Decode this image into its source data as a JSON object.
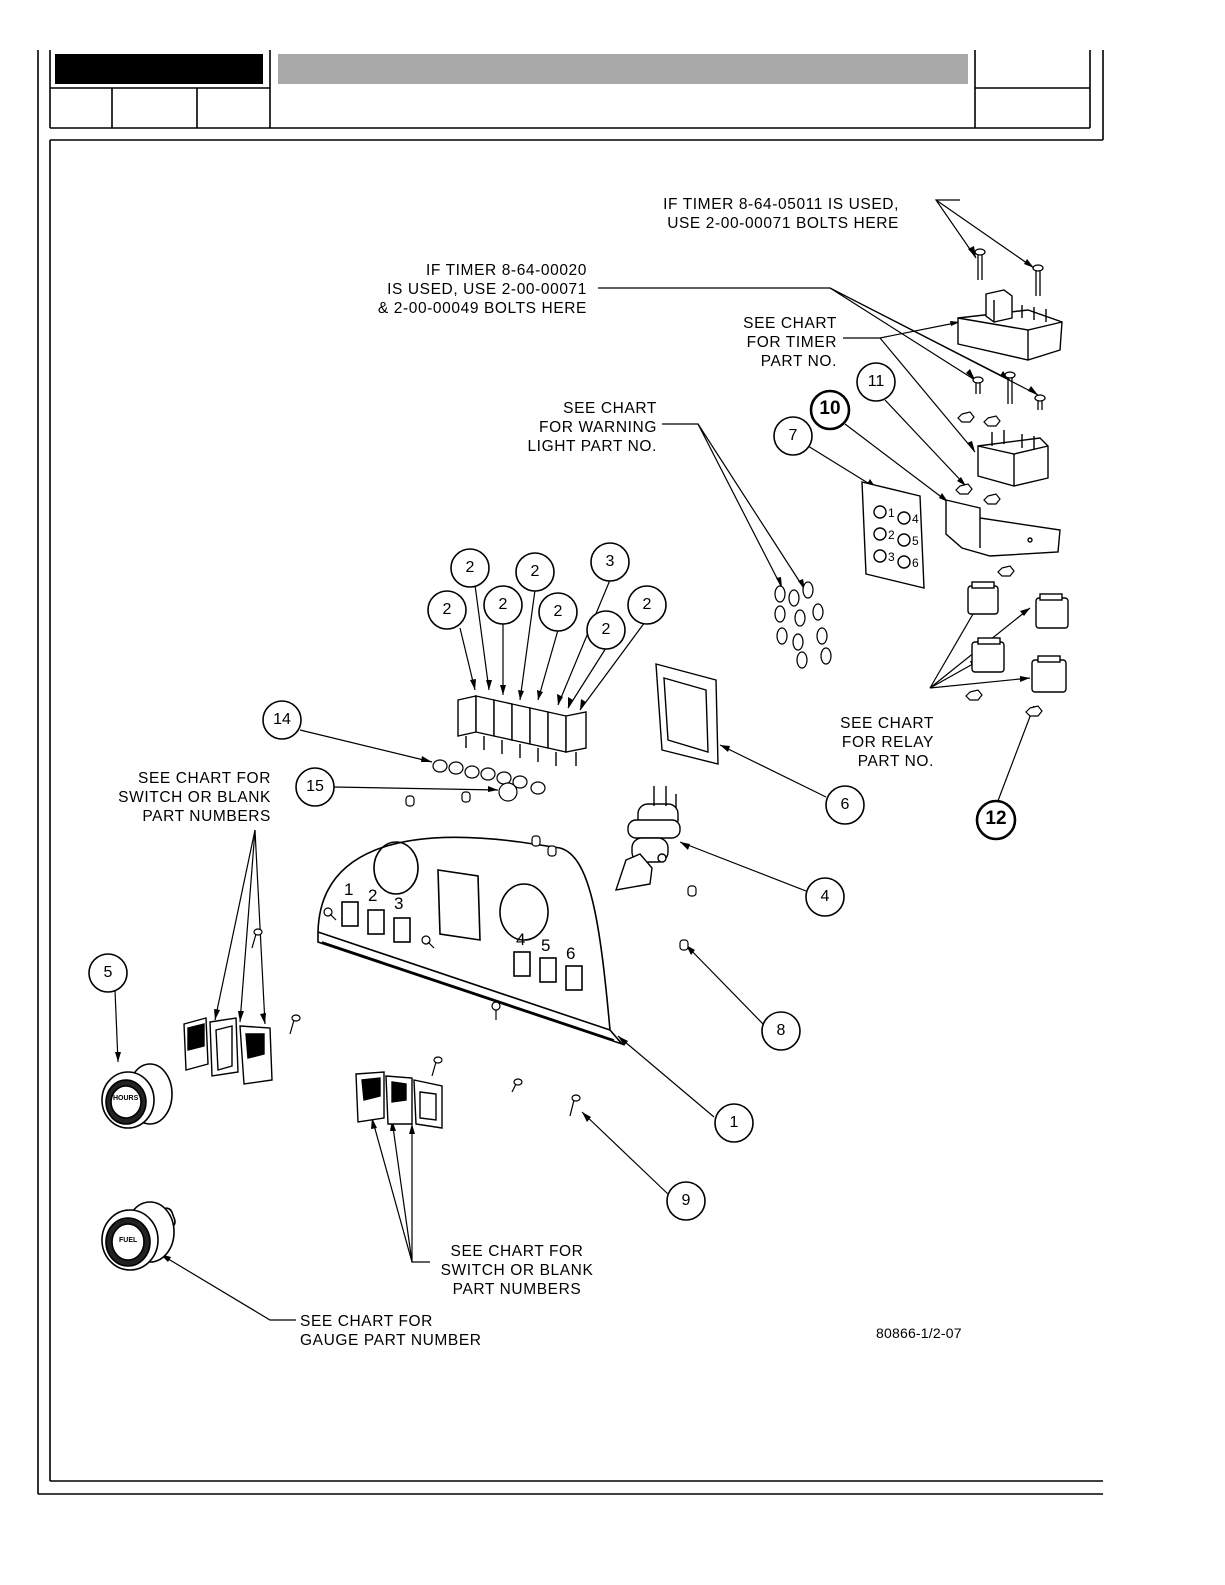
{
  "labels": {
    "timer_05011": [
      "IF TIMER 8-64-05011 IS USED,",
      "USE 2-00-00071 BOLTS HERE"
    ],
    "timer_00020": [
      "IF TIMER 8-64-00020",
      "IS USED, USE 2-00-00071",
      "& 2-00-00049 BOLTS HERE"
    ],
    "timer_chart": [
      "SEE CHART",
      "FOR TIMER",
      "PART NO."
    ],
    "warning_chart": [
      "SEE CHART",
      "FOR WARNING",
      "LIGHT PART NO."
    ],
    "relay_chart": [
      "SEE CHART",
      "FOR RELAY",
      "PART NO."
    ],
    "switch_chart_left": [
      "SEE CHART FOR",
      "SWITCH OR BLANK",
      "PART NUMBERS"
    ],
    "switch_chart_bottom": [
      "SEE CHART FOR",
      "SWITCH OR BLANK",
      "PART NUMBERS"
    ],
    "gauge_chart": [
      "SEE CHART FOR",
      "GAUGE PART NUMBER"
    ]
  },
  "drawing_number": "80866-1/2-07",
  "callouts": [
    "2",
    "2",
    "2",
    "2",
    "3",
    "2",
    "2",
    "2",
    "14",
    "15",
    "5",
    "1",
    "4",
    "6",
    "7",
    "8",
    "9",
    "10",
    "11",
    "12"
  ],
  "panel_numbers": [
    "1",
    "2",
    "3",
    "4",
    "5",
    "6"
  ],
  "bracket_numbers": [
    "1",
    "2",
    "3",
    "4",
    "5",
    "6"
  ],
  "gauge_text": {
    "hours": "HOURS",
    "fuel": "FUEL"
  }
}
